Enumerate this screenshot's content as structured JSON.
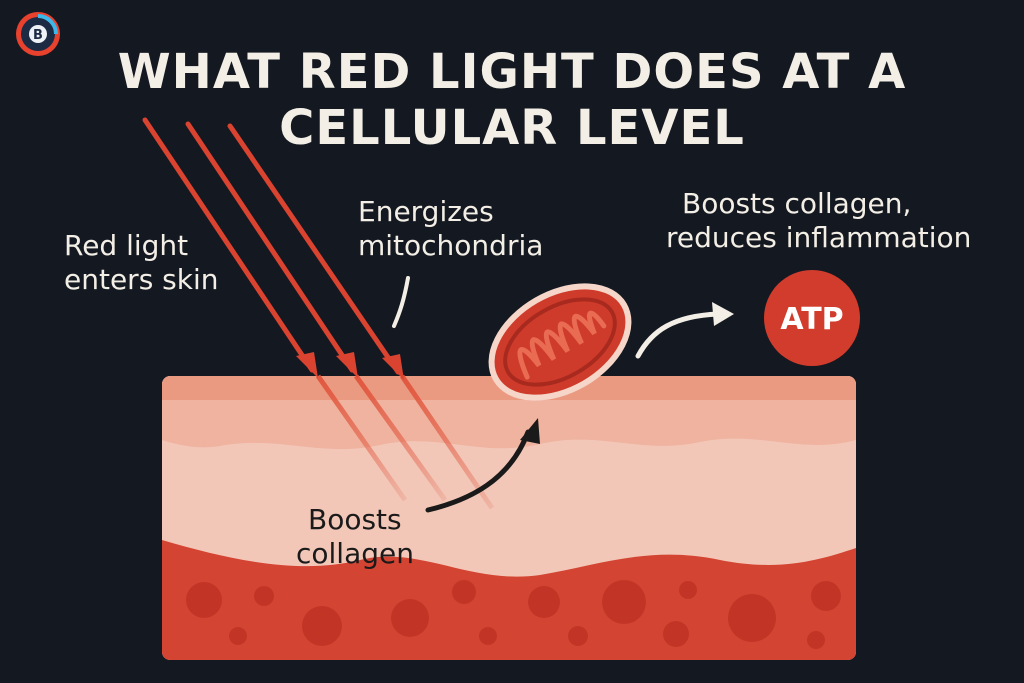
{
  "title": {
    "line1": "WHAT RED LIGHT DOES AT A",
    "line2": "CELLULAR LEVEL"
  },
  "labels": {
    "red_light_line1": "Red light",
    "red_light_line2": "enters skin",
    "energizes_line1": "Energizes",
    "energizes_line2": "mitochondria",
    "boosts_inflam_line1": "Boosts collagen,",
    "boosts_inflam_line2": "reduces inflammation",
    "boosts_collagen_line1": "Boosts",
    "boosts_collagen_line2": "collagen",
    "atp": "ATP"
  },
  "icons": {
    "logo": "logo-icon",
    "light_rays": "light-ray-icon",
    "mitochondrion": "mitochondrion-icon",
    "atp_circle": "atp-circle-icon"
  },
  "colors": {
    "background": "#141821",
    "ray": "#d9432f",
    "skin_top": "#eb9a82",
    "skin_mid": "#f2c7b8",
    "skin_bottom": "#d44432",
    "mitochondrion": "#cf3b2b",
    "atp": "#d13c2c"
  }
}
